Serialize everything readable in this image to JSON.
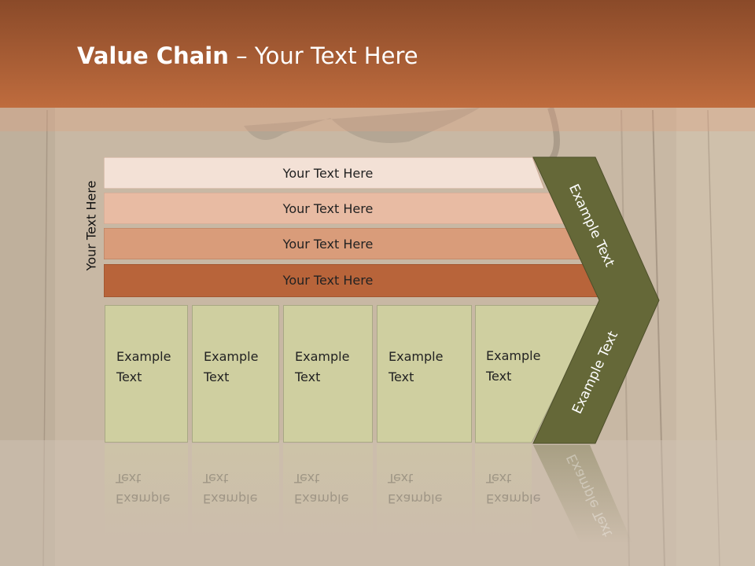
{
  "slide": {
    "title_bold": "Value Chain",
    "title_rest": " – Your Text Here",
    "vertical_label": "Your Text Here"
  },
  "bars": [
    {
      "label": "Your Text Here",
      "color": "#f3e1d6"
    },
    {
      "label": "Your Text Here",
      "color": "#e8bba3"
    },
    {
      "label": "Your Text Here",
      "color": "#d99c7a"
    },
    {
      "label": "Your Text Here",
      "color": "#b8643a"
    }
  ],
  "boxes": [
    {
      "label": "Example\nText"
    },
    {
      "label": "Example\nText"
    },
    {
      "label": "Example\nText"
    },
    {
      "label": "Example\nText"
    },
    {
      "label": "Example\nText"
    }
  ],
  "chevron": {
    "upper_label": "Example Text",
    "lower_label": "Example Text",
    "color": "#656838"
  },
  "colors": {
    "header": "#bf6c3e",
    "box_fill": "#cfcfa0",
    "wood": "#c9b9a6"
  }
}
